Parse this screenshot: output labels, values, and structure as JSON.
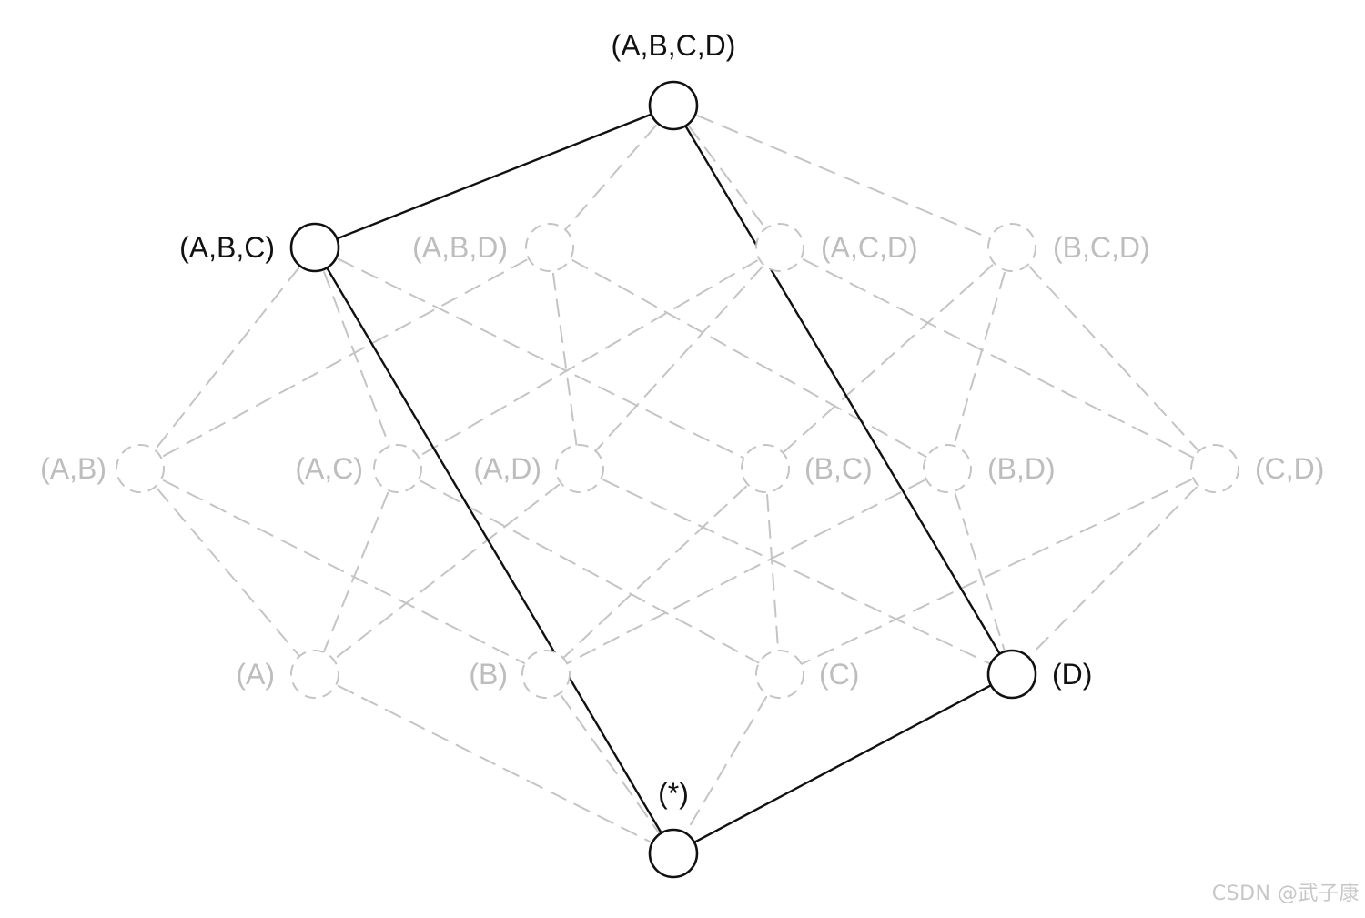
{
  "diagram": {
    "nodes": [
      {
        "id": "ABCD",
        "label": "(A,B,C,D)",
        "highlighted": true
      },
      {
        "id": "ABC",
        "label": "(A,B,C)",
        "highlighted": true
      },
      {
        "id": "ABD",
        "label": "(A,B,D)",
        "highlighted": false
      },
      {
        "id": "ACD",
        "label": "(A,C,D)",
        "highlighted": false
      },
      {
        "id": "BCD",
        "label": "(B,C,D)",
        "highlighted": false
      },
      {
        "id": "AB",
        "label": "(A,B)",
        "highlighted": false
      },
      {
        "id": "AC",
        "label": "(A,C)",
        "highlighted": false
      },
      {
        "id": "AD",
        "label": "(A,D)",
        "highlighted": false
      },
      {
        "id": "BC",
        "label": "(B,C)",
        "highlighted": false
      },
      {
        "id": "BD",
        "label": "(B,D)",
        "highlighted": false
      },
      {
        "id": "CD",
        "label": "(C,D)",
        "highlighted": false
      },
      {
        "id": "A",
        "label": "(A)",
        "highlighted": false
      },
      {
        "id": "B",
        "label": "(B)",
        "highlighted": false
      },
      {
        "id": "C",
        "label": "(C)",
        "highlighted": false
      },
      {
        "id": "D",
        "label": "(D)",
        "highlighted": true
      },
      {
        "id": "ALL",
        "label": "(*)",
        "highlighted": true
      }
    ],
    "edges": [
      {
        "from": "ABCD",
        "to": "ABC",
        "highlighted": true
      },
      {
        "from": "ABCD",
        "to": "ABD",
        "highlighted": false
      },
      {
        "from": "ABCD",
        "to": "ACD",
        "highlighted": false
      },
      {
        "from": "ABCD",
        "to": "BCD",
        "highlighted": false
      },
      {
        "from": "ABCD",
        "to": "D",
        "highlighted": true
      },
      {
        "from": "ABC",
        "to": "ALL",
        "highlighted": true
      },
      {
        "from": "D",
        "to": "ALL",
        "highlighted": true
      },
      {
        "from": "ABC",
        "to": "AB",
        "highlighted": false
      },
      {
        "from": "ABC",
        "to": "AC",
        "highlighted": false
      },
      {
        "from": "ABC",
        "to": "BC",
        "highlighted": false
      },
      {
        "from": "ABD",
        "to": "AB",
        "highlighted": false
      },
      {
        "from": "ABD",
        "to": "AD",
        "highlighted": false
      },
      {
        "from": "ABD",
        "to": "BD",
        "highlighted": false
      },
      {
        "from": "ACD",
        "to": "AC",
        "highlighted": false
      },
      {
        "from": "ACD",
        "to": "AD",
        "highlighted": false
      },
      {
        "from": "ACD",
        "to": "CD",
        "highlighted": false
      },
      {
        "from": "BCD",
        "to": "BC",
        "highlighted": false
      },
      {
        "from": "BCD",
        "to": "BD",
        "highlighted": false
      },
      {
        "from": "BCD",
        "to": "CD",
        "highlighted": false
      },
      {
        "from": "AB",
        "to": "A",
        "highlighted": false
      },
      {
        "from": "AB",
        "to": "B",
        "highlighted": false
      },
      {
        "from": "AC",
        "to": "A",
        "highlighted": false
      },
      {
        "from": "AC",
        "to": "C",
        "highlighted": false
      },
      {
        "from": "AD",
        "to": "A",
        "highlighted": false
      },
      {
        "from": "AD",
        "to": "D",
        "highlighted": false
      },
      {
        "from": "BC",
        "to": "B",
        "highlighted": false
      },
      {
        "from": "BC",
        "to": "C",
        "highlighted": false
      },
      {
        "from": "BD",
        "to": "B",
        "highlighted": false
      },
      {
        "from": "BD",
        "to": "D",
        "highlighted": false
      },
      {
        "from": "CD",
        "to": "C",
        "highlighted": false
      },
      {
        "from": "CD",
        "to": "D",
        "highlighted": false
      },
      {
        "from": "A",
        "to": "ALL",
        "highlighted": false
      },
      {
        "from": "B",
        "to": "ALL",
        "highlighted": false
      },
      {
        "from": "C",
        "to": "ALL",
        "highlighted": false
      }
    ]
  },
  "watermark": "CSDN @武子康"
}
